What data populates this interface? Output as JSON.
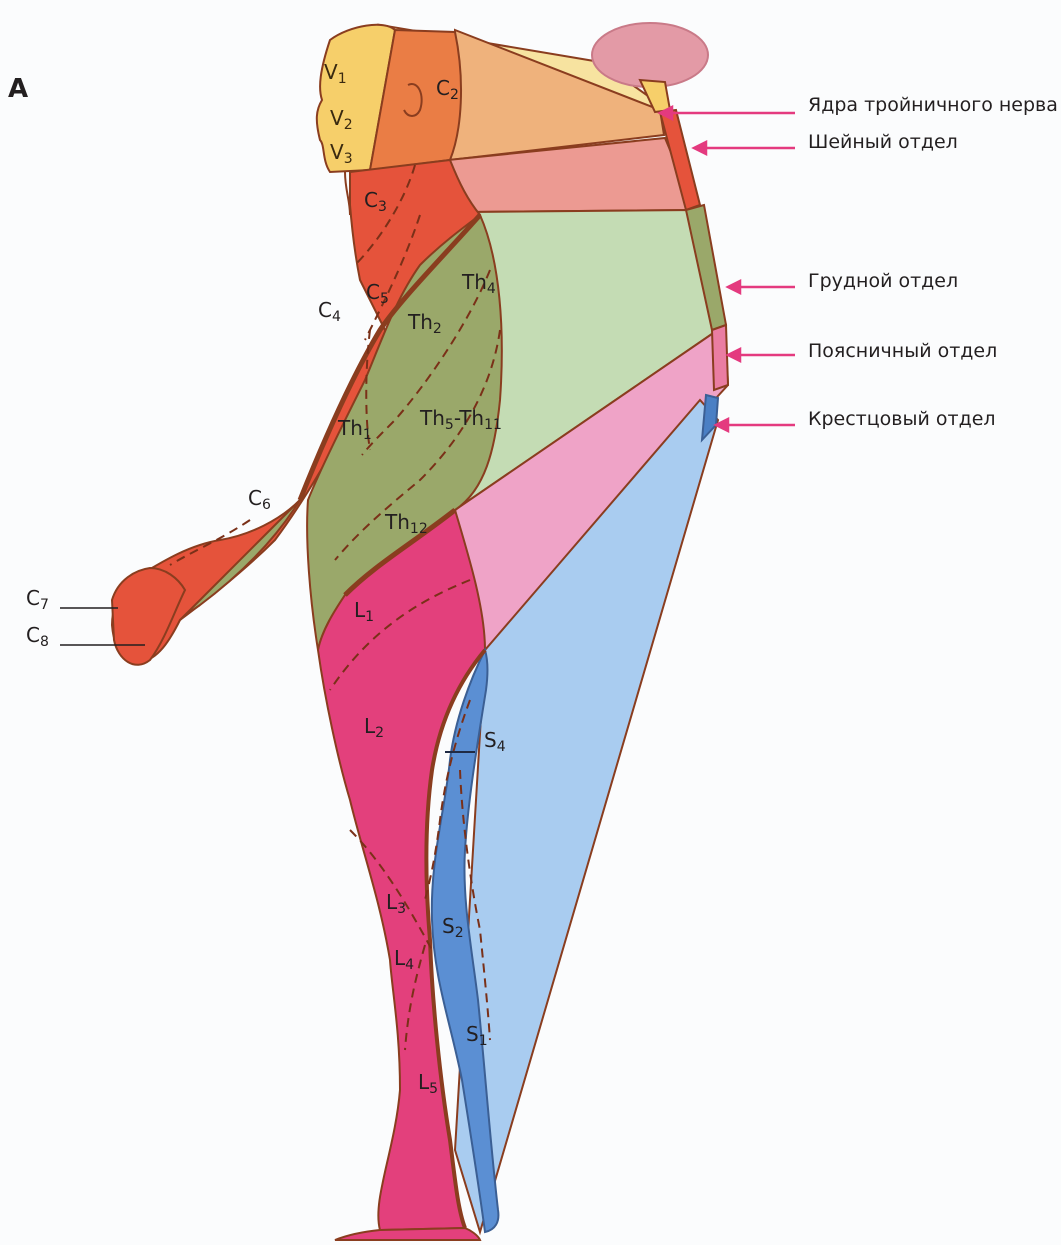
{
  "panel_letter": "A",
  "callouts": {
    "trigeminal": "Ядра тройничного нерва",
    "cervical": "Шейный отдел",
    "thoracic": "Грудной отдел",
    "lumbar": "Поясничный отдел",
    "sacral": "Крестцовый отдел"
  },
  "dermatomes": {
    "V1": {
      "base": "V",
      "sub": "1"
    },
    "V2": {
      "base": "V",
      "sub": "2"
    },
    "V3": {
      "base": "V",
      "sub": "3"
    },
    "C2": {
      "base": "C",
      "sub": "2"
    },
    "C3": {
      "base": "C",
      "sub": "3"
    },
    "C4": {
      "base": "C",
      "sub": "4"
    },
    "C5": {
      "base": "C",
      "sub": "5"
    },
    "C6": {
      "base": "C",
      "sub": "6"
    },
    "C7": {
      "base": "C",
      "sub": "7"
    },
    "C8": {
      "base": "C",
      "sub": "8"
    },
    "Th1": {
      "base": "Th",
      "sub": "1"
    },
    "Th2": {
      "base": "Th",
      "sub": "2"
    },
    "Th4": {
      "base": "Th",
      "sub": "4"
    },
    "Th5_11": {
      "base": "Th",
      "sub": "5",
      "mid": "-Th",
      "sub2": "11"
    },
    "Th12": {
      "base": "Th",
      "sub": "12"
    },
    "L1": {
      "base": "L",
      "sub": "1"
    },
    "L2": {
      "base": "L",
      "sub": "2"
    },
    "L3": {
      "base": "L",
      "sub": "3"
    },
    "L4": {
      "base": "L",
      "sub": "4"
    },
    "L5": {
      "base": "L",
      "sub": "5"
    },
    "S1": {
      "base": "S",
      "sub": "1"
    },
    "S2": {
      "base": "S",
      "sub": "2"
    },
    "S4": {
      "base": "S",
      "sub": "4"
    }
  },
  "colors": {
    "trigeminal": "#f6cf6a",
    "cervical": "#e5533b",
    "c2": "#ea7d45",
    "thoracic": "#9aa86a",
    "lumbar": "#e3407c",
    "sacral": "#5b8fd3",
    "arrow": "#e43a7f",
    "outline": "#8a3d1f"
  }
}
